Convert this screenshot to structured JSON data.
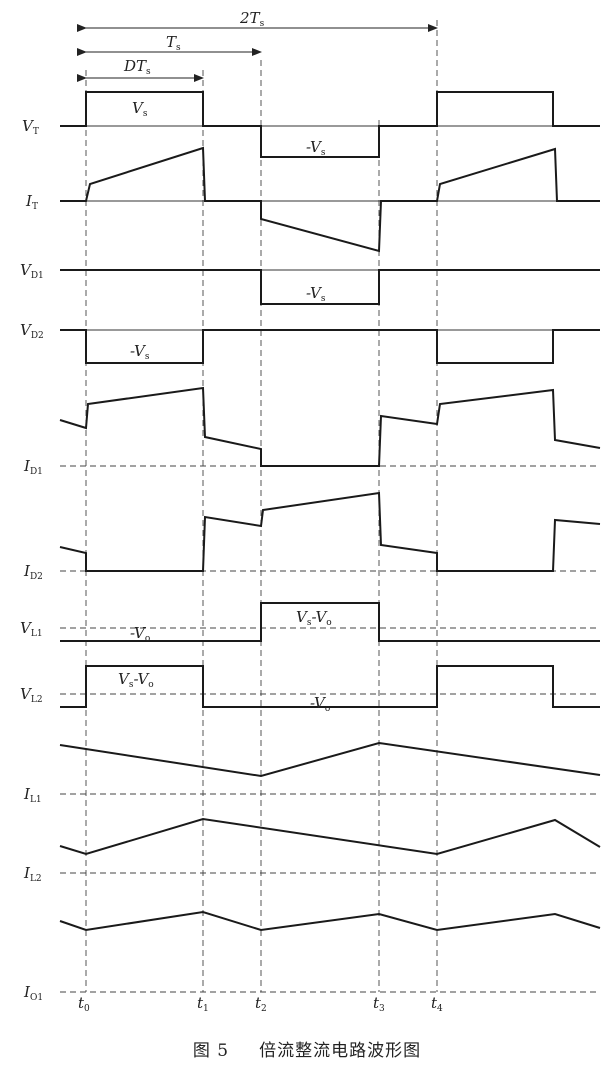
{
  "figure": {
    "number": "图 5",
    "caption": "倍流整流电路波形图"
  },
  "periods": {
    "two_ts": {
      "main": "2T",
      "sub": "s"
    },
    "ts": {
      "main": "T",
      "sub": "s"
    },
    "dts": {
      "main": "DT",
      "sub": "s"
    }
  },
  "time_marks": [
    {
      "main": "t",
      "sub": "0"
    },
    {
      "main": "t",
      "sub": "1"
    },
    {
      "main": "t",
      "sub": "2"
    },
    {
      "main": "t",
      "sub": "3"
    },
    {
      "main": "t",
      "sub": "4"
    }
  ],
  "traces": [
    {
      "main": "V",
      "sub": "T"
    },
    {
      "main": "I",
      "sub": "T"
    },
    {
      "main": "V",
      "sub": "D1"
    },
    {
      "main": "V",
      "sub": "D2"
    },
    {
      "main": "I",
      "sub": "D1"
    },
    {
      "main": "I",
      "sub": "D2"
    },
    {
      "main": "V",
      "sub": "L1"
    },
    {
      "main": "V",
      "sub": "L2"
    },
    {
      "main": "I",
      "sub": "L1"
    },
    {
      "main": "I",
      "sub": "L2"
    },
    {
      "main": "I",
      "sub": "O1"
    }
  ],
  "annotations": {
    "vt_pos": {
      "main": "V",
      "sub": "s"
    },
    "vt_neg": {
      "main": "-V",
      "sub": "s"
    },
    "vd1_neg": {
      "main": "-V",
      "sub": "s"
    },
    "vd2_neg": {
      "main": "-V",
      "sub": "s"
    },
    "vl1_pos": {
      "a": "V",
      "a_sub": "s",
      "b": "-V",
      "b_sub": "o"
    },
    "vl1_neg": {
      "main": "-V",
      "sub": "o"
    },
    "vl2_pos": {
      "a": "V",
      "a_sub": "s",
      "b": "-V",
      "b_sub": "o"
    },
    "vl2_neg": {
      "main": "-V",
      "sub": "o"
    }
  }
}
